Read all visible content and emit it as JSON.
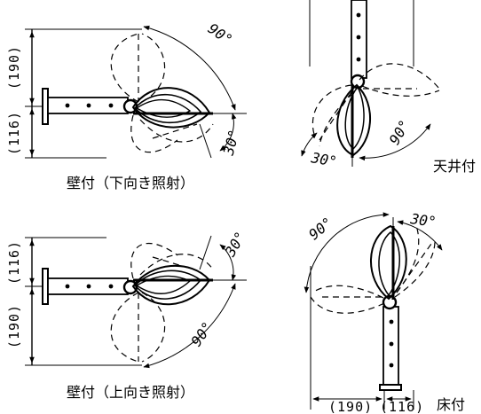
{
  "diagrams": {
    "wall_down": {
      "caption": "壁付（下向き照射）",
      "dim_upper": "(190)",
      "dim_lower": "(116)",
      "angle_large": "90°",
      "angle_small": "30°"
    },
    "wall_up": {
      "caption": "壁付（上向き照射）",
      "dim_upper": "(116)",
      "dim_lower": "(190)",
      "angle_large": "90°",
      "angle_small": "30°"
    },
    "ceiling": {
      "caption": "天井付",
      "angle_small": "30°",
      "angle_large": "90°"
    },
    "floor": {
      "caption": "床付",
      "dim_left": "(190)",
      "dim_right": "(116)",
      "angle_small": "30°",
      "angle_large": "90°"
    }
  },
  "colors": {
    "ink": "#000000",
    "background": "#ffffff"
  }
}
